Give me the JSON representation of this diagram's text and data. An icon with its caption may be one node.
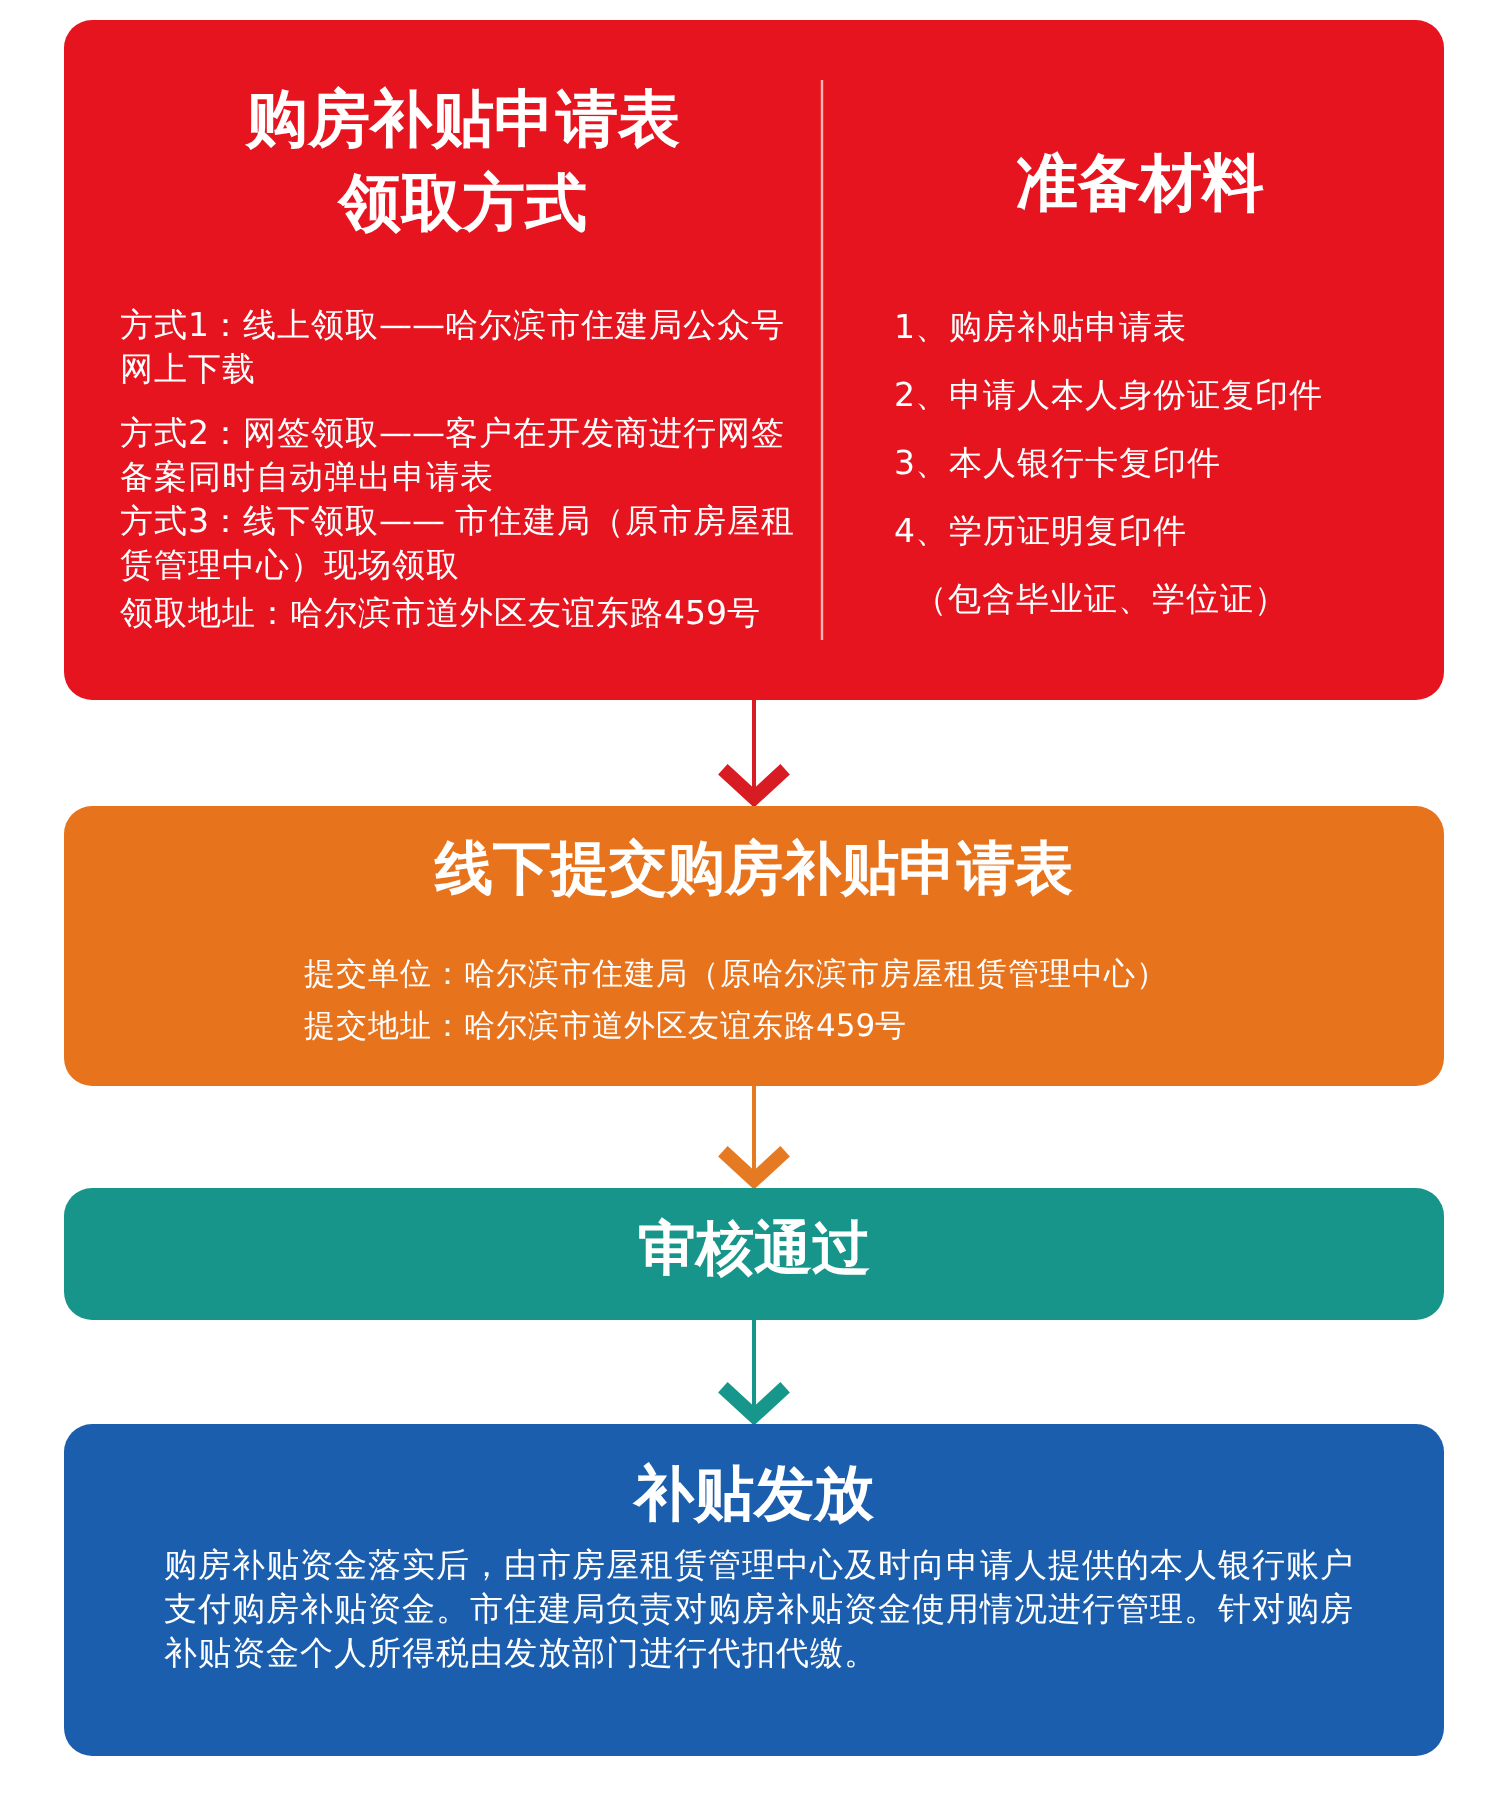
{
  "diagram": {
    "nodes": [
      {
        "text": [
          "购房补贴申请表领取方式",
          "方式1：线上领取——哈尔滨市住建局公众号网上下载",
          "方式2：网签领取——客户在开发商进行网签备案同时自动弹出申请表",
          "方式3：线下领取—— 市住建局（原市房屋租赁管理中心）现场领取",
          "领取地址：哈尔滨市道外区友谊东路459号",
          "准备材料",
          "1、购房补贴申请表",
          "2、申请人本人身份证复印件",
          "3、本人银行卡复印件",
          "4、学历证明复印件",
          "（包含毕业证、学位证）"
        ]
      },
      {
        "text": [
          "线下提交购房补贴申请表",
          "提交单位：哈尔滨市住建局（原哈尔滨市房屋租赁管理中心）",
          "提交地址：哈尔滨市道外区友谊东路459号"
        ]
      },
      {
        "text": [
          "审核通过"
        ]
      },
      {
        "text": [
          "补贴发放",
          "购房补贴资金落实后，由市房屋租赁管理中心及时向申请人提供的本人银行账户支付购房补贴资金。市住建局负责对购房补贴资金使用情况进行管理。针对购房补贴资金个人所得税由发放部门进行代扣代缴。"
        ]
      }
    ],
    "edges": [
      {
        "from": 0,
        "to": 1,
        "arrow": "to",
        "color": "#d71c24"
      },
      {
        "from": 1,
        "to": 2,
        "arrow": "to",
        "color": "#e67a22"
      },
      {
        "from": 2,
        "to": 3,
        "arrow": "to",
        "color": "#17978b"
      }
    ]
  }
}
